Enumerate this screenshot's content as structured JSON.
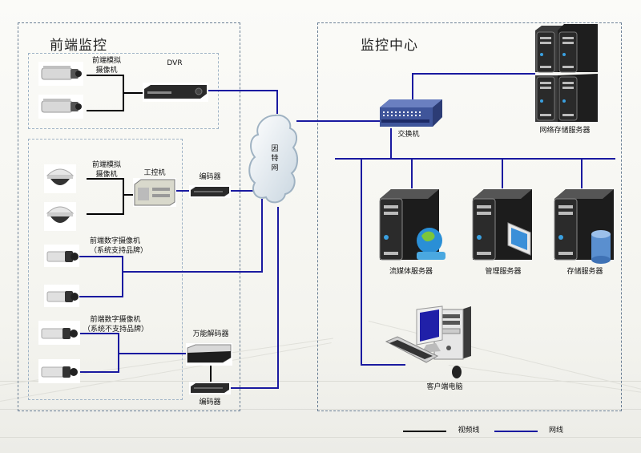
{
  "sections": {
    "front": {
      "title": "前端监控"
    },
    "center": {
      "title": "监控中心"
    }
  },
  "nodes": {
    "analog_cam_group1": "前端模拟\n摄像机",
    "dvr": "DVR",
    "analog_cam_group2": "前端模拟\n摄像机",
    "ipc_pc": "工控机",
    "encoder1": "编码器",
    "digital_supported": "前端数字摄像机\n（系统支持品牌）",
    "digital_unsupported": "前端数字摄像机\n（系统不支持品牌）",
    "universal_decoder": "万能解码器",
    "encoder2": "编码器",
    "internet": "因\n特\n网",
    "switch": "交换机",
    "nas_server": "网络存储服务器",
    "media_server": "流媒体服务器",
    "mgmt_server": "管理服务器",
    "storage_server": "存储服务器",
    "client_pc": "客户端电脑"
  },
  "legend": [
    {
      "label": "视频线",
      "color": "#000000"
    },
    {
      "label": "网线",
      "color": "#1a1aa0"
    }
  ],
  "colors": {
    "network": "#1a1aa0",
    "video": "#000000",
    "box": "#6a7f95"
  }
}
